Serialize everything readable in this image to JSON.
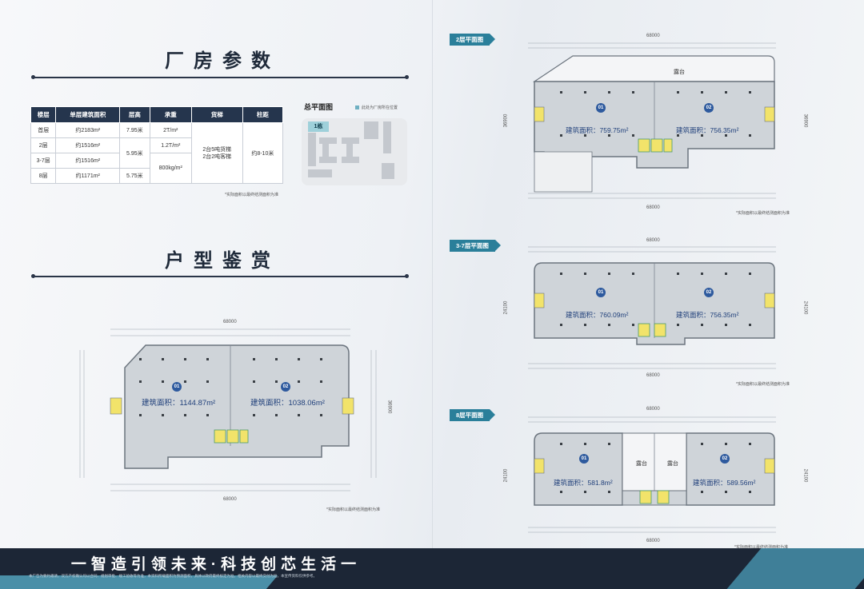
{
  "left": {
    "params_title": "厂房参数",
    "table": {
      "headers": [
        "楼层",
        "单层建筑面积",
        "层高",
        "承重",
        "货梯",
        "柱距"
      ],
      "rows": [
        {
          "floor": "首层",
          "area": "约2183m²",
          "height": "7.95米",
          "load": "2T/m²"
        },
        {
          "floor": "2层",
          "area": "约1516m²",
          "height": "5.95米",
          "load": "1.2T/m²"
        },
        {
          "floor": "3-7层",
          "area": "约1516m²",
          "height": "",
          "load": "800kg/m²"
        },
        {
          "floor": "8层",
          "area": "约1171m²",
          "height": "5.75米",
          "load": ""
        }
      ],
      "elevator": "2台5吨货梯\n2台2吨客梯",
      "column": "约8-10米"
    },
    "table_note": "*实际面积以最终结测面积为准",
    "site_title": "总平面图",
    "site_legend": "此处为厂房所在位置",
    "building_tag": "1栋",
    "units_title": "户型鉴赏",
    "ground_plan": {
      "total_width": "68000",
      "depth": "36900",
      "unit1_no": "01",
      "unit1_area": "建筑面积：1144.87m²",
      "unit2_no": "02",
      "unit2_area": "建筑面积：1038.06m²",
      "note": "*实际面积以最终结测面积为准"
    }
  },
  "right": {
    "floor2": {
      "tag": "2层平面图",
      "total_width": "68000",
      "depth": "36900",
      "terrace": "露台",
      "unit1_no": "01",
      "unit1_area": "建筑面积：759.75m²",
      "unit2_no": "02",
      "unit2_area": "建筑面积：756.35m²",
      "note": "*实际面积以最终结测面积为准"
    },
    "floor37": {
      "tag": "3-7层平面图",
      "total_width": "68000",
      "depth": "24100",
      "unit1_no": "01",
      "unit1_area": "建筑面积：760.09m²",
      "unit2_no": "02",
      "unit2_area": "建筑面积：756.35m²",
      "note": "*实际面积以最终结测面积为准"
    },
    "floor8": {
      "tag": "8层平面图",
      "total_width": "68000",
      "depth": "24100",
      "terrace1": "露台",
      "terrace2": "露台",
      "unit1_no": "01",
      "unit1_area": "建筑面积：581.8m²",
      "unit2_no": "02",
      "unit2_area": "建筑面积：589.56m²",
      "note": "*实际面积以最终结测面积为准"
    }
  },
  "banner": {
    "slogan": "一智造引领未来·科技创芯生活一",
    "fine_print": "本广告为要约邀请，双方产权确认均以合同、规划审批、竣工验收等为准，本资料所载面积为预测面积，具体以政府最终核定为准，相关内容以最终交付为准，本宣传资料仅供参考。"
  },
  "colors": {
    "navy": "#25354d",
    "plan_fill": "#cfd4d9",
    "accent": "#2a7f9a",
    "core": "#f2e36a",
    "text_blue": "#1f3f7a"
  }
}
